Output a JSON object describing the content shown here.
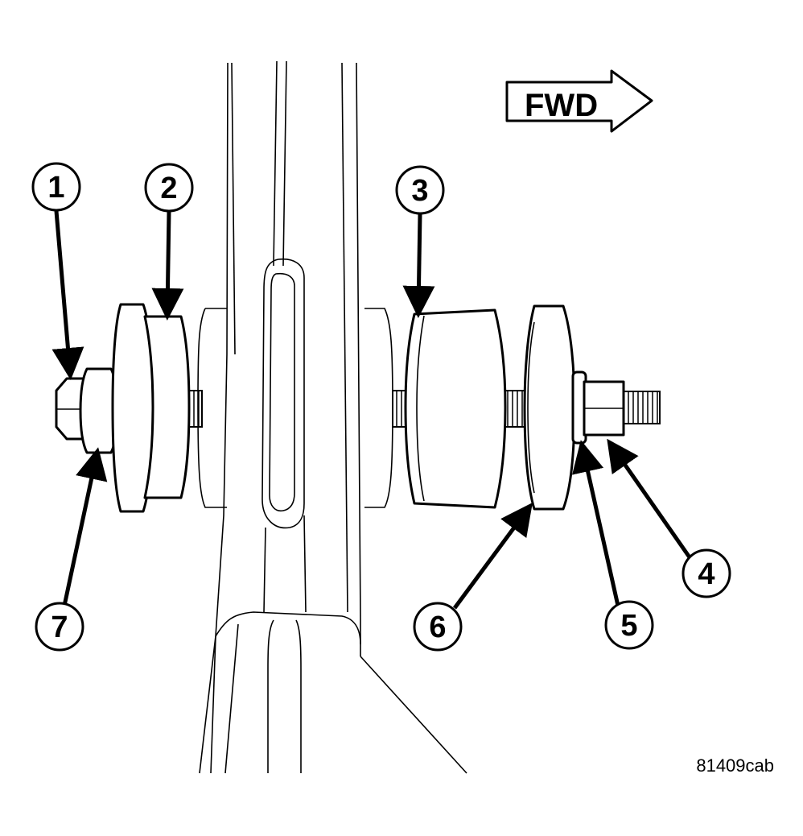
{
  "direction_label": "FWD",
  "figure_id": "81409cab",
  "callouts": [
    "1",
    "2",
    "3",
    "4",
    "5",
    "6",
    "7"
  ]
}
